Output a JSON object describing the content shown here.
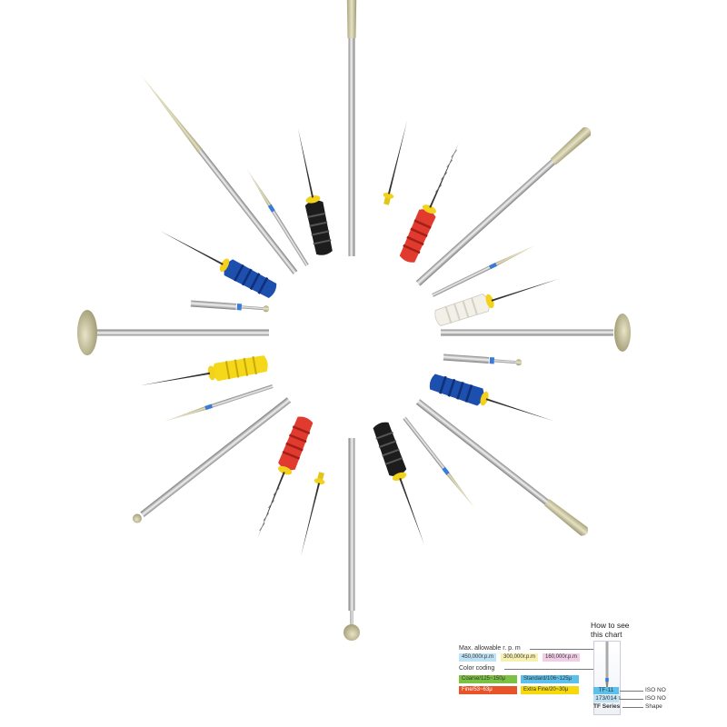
{
  "legend": {
    "how_to_see": "How to see",
    "this_chart": "this chart",
    "max_rpm_label": "Max. allowable r. p. m",
    "rpm": [
      {
        "text": "450,000r.p.m",
        "color": "#bfe3f6"
      },
      {
        "text": "300,000r.p.m",
        "color": "#f8f0b0"
      },
      {
        "text": "160,000r.p.m",
        "color": "#f2cde6"
      }
    ],
    "color_coding_label": "Color coding",
    "grits": [
      {
        "text": "Coarse/125~150μ",
        "color": "#7cc242"
      },
      {
        "text": "Standard/106~125μ",
        "color": "#5bc0eb"
      },
      {
        "text": "Fine/53~63μ",
        "color": "#e8542a"
      },
      {
        "text": "Extra Fine/20~30μ",
        "color": "#f5d90a"
      }
    ],
    "sample": {
      "iso": "ISO",
      "code": "TF-11",
      "iso_no_code": "173/014",
      "series": "TF Series"
    },
    "callouts": {
      "iso_no_1": "ISO NO",
      "iso_no_2": "ISO NO",
      "shape": "Shape"
    }
  }
}
